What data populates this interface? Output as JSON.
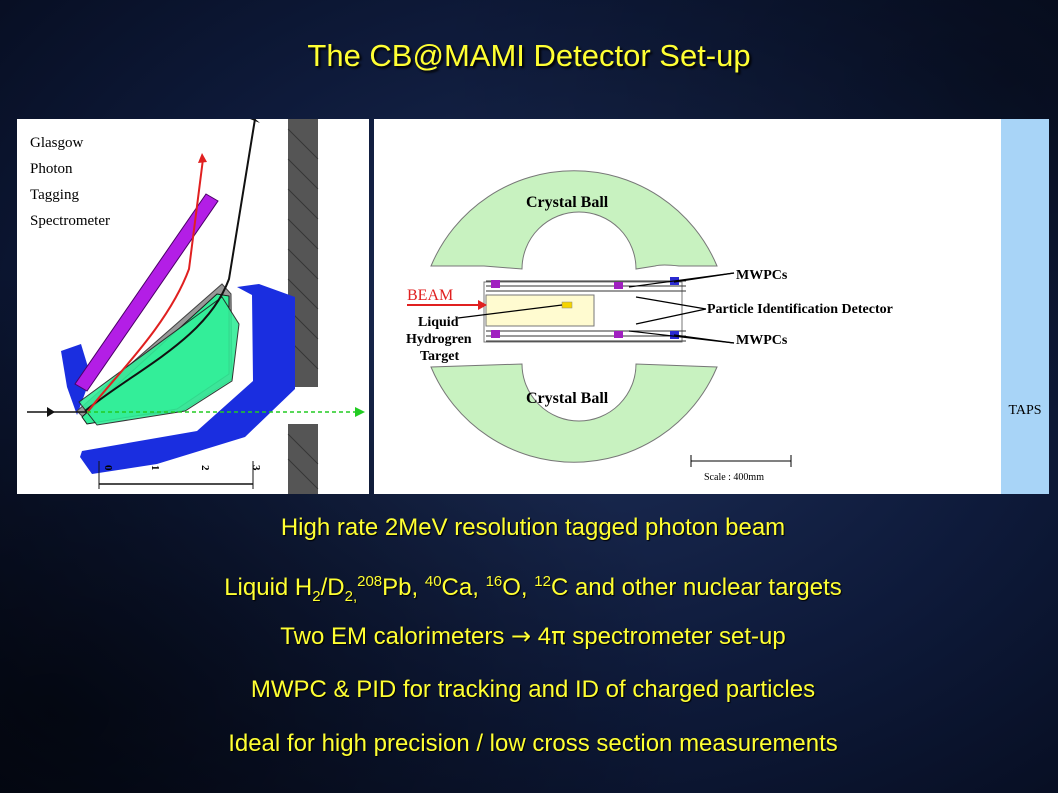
{
  "title": "The CB@MAMI Detector Set-up",
  "left_panel": {
    "caption_lines": [
      "Glasgow",
      "Photon",
      "Tagging",
      "Spectrometer"
    ],
    "scale_ticks": [
      "0",
      "1",
      "2",
      "3"
    ]
  },
  "right_panel": {
    "labels": {
      "crystal_ball_top": "Crystal Ball",
      "crystal_ball_bottom": "Crystal Ball",
      "mwpc_top": "MWPCs",
      "mwpc_bottom": "MWPCs",
      "pid": "Particle Identification Detector",
      "beam": "BEAM",
      "target_line1": "Liquid",
      "target_line2": "Hydrogren",
      "target_line3": "Target",
      "scale": "Scale : 400mm"
    }
  },
  "taps": {
    "label": "TAPS"
  },
  "bullets": {
    "mark": "",
    "b1": "High rate 2MeV resolution tagged photon beam",
    "b2": {
      "a": "Liquid H",
      "sub1": "2",
      "b": "/D",
      "sub2": "2,",
      "sup1": "208",
      "c": "Pb, ",
      "sup2": "40",
      "d": "Ca, ",
      "sup3": "16",
      "e": "O, ",
      "sup4": "12",
      "f": "C and other nuclear targets"
    },
    "b3": {
      "a": "Two EM calorimeters ",
      "arrow": "→",
      "b": " 4",
      "pi": "π",
      "c": " spectrometer set-up"
    },
    "b4": "MWPC & PID for tracking and ID of charged particles",
    "b5": "Ideal for high precision / low cross section measurements"
  },
  "colors": {
    "title": "#ffff33",
    "crystal_ball": "#c8f2c0",
    "taps": "#a8d4f7",
    "tagger_blue": "#1a2ee0",
    "tagger_green": "#33ee99",
    "tagger_purple": "#b31ee6",
    "beam_red": "#e02020"
  }
}
